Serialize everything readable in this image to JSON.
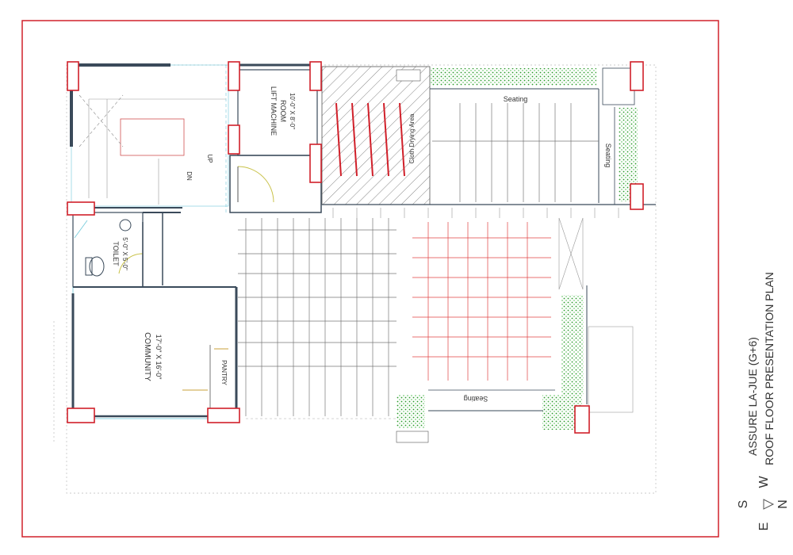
{
  "drawing": {
    "title_line1": "ASSURE LA-JUE (G+6)",
    "title_line2": "ROOF FLOOR PRESENTATION PLAN"
  },
  "compass": {
    "s": "S",
    "w": "W",
    "n": "N",
    "e": "E"
  },
  "rooms": {
    "lift_machine_name": "LIFT MACHINE",
    "lift_machine_name2": "ROOM",
    "lift_machine_size": "10'-0\" X 8'-0\"",
    "toilet_name": "TOILET",
    "toilet_size": "5'-0\" X 5'-0\"",
    "community_name": "COMMUNITY",
    "community_size": "17'-0\" X 16'-0\"",
    "pantry": "PANTRY",
    "up": "UP",
    "dn": "DN",
    "seating_top": "Seating",
    "seating_right": "Seating",
    "seating_bottom": "Seating",
    "cloth_drying": "Cloth Drying Area"
  },
  "colors": {
    "border": "#d0202a",
    "wall": "#3a4a5a",
    "column": "#d0202a",
    "grid_red": "#e04040",
    "grid_gray": "#777777",
    "green": "#2a9a2a",
    "cyan": "#6fc9d9",
    "hatch": "#333333"
  }
}
